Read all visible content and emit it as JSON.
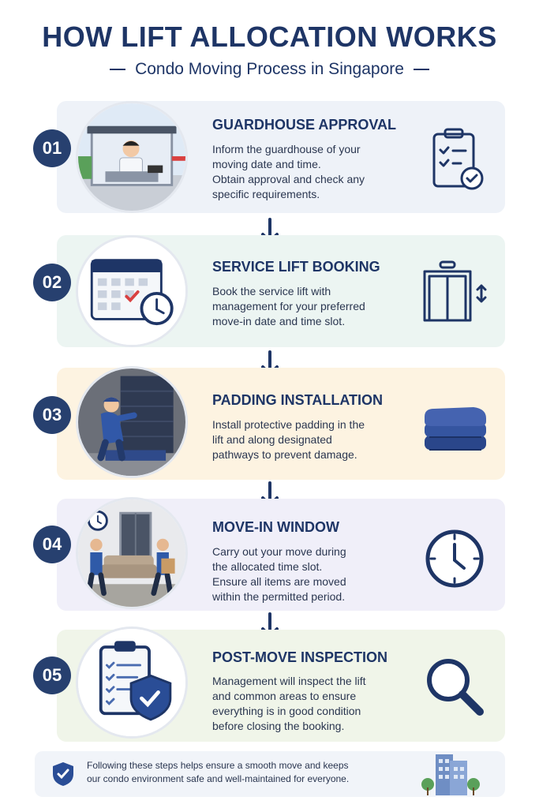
{
  "header": {
    "title": "HOW LIFT ALLOCATION WORKS",
    "subtitle": "Condo Moving Process in Singapore"
  },
  "steps": [
    {
      "number": "01",
      "title": "GUARDHOUSE APPROVAL",
      "lines": [
        "Inform the guardhouse of your",
        "moving date and time.",
        "Obtain approval and check any",
        "specific requirements."
      ],
      "photo": "guard-in-guardhouse",
      "icon": "clipboard-check-icon",
      "bg": "#eef2f8"
    },
    {
      "number": "02",
      "title": "SERVICE LIFT BOOKING",
      "lines": [
        "Book the service lift with",
        "management for your preferred",
        "move-in date and time slot."
      ],
      "photo": "calendar-with-clock",
      "icon": "elevator-icon",
      "bg": "#ecf5f2"
    },
    {
      "number": "03",
      "title": "PADDING INSTALLATION",
      "lines": [
        "Install protective padding in the",
        "lift and along designated",
        "pathways to prevent damage."
      ],
      "photo": "worker-installing-padding",
      "icon": "stacked-padding-icon",
      "bg": "#fdf3e1"
    },
    {
      "number": "04",
      "title": "MOVE-IN WINDOW",
      "lines": [
        "Carry out your move during",
        "the allocated time slot.",
        "Ensure all items are moved",
        "within the permitted period."
      ],
      "photo": "movers-carrying-sofa",
      "icon": "clock-icon",
      "bg": "#f0eff9"
    },
    {
      "number": "05",
      "title": "POST-MOVE INSPECTION",
      "lines": [
        "Management will inspect the lift",
        "and common areas to ensure",
        "everything is in good condition",
        "before closing the booking."
      ],
      "photo": "checklist-with-shield",
      "icon": "magnifier-icon",
      "bg": "#f0f5e9"
    }
  ],
  "footer": {
    "lines": [
      "Following these steps helps ensure a smooth move and keeps",
      "our condo environment safe and well-maintained for everyone."
    ]
  },
  "colors": {
    "navy": "#1e3566",
    "badge": "#27406f",
    "accent_red": "#d94040"
  }
}
